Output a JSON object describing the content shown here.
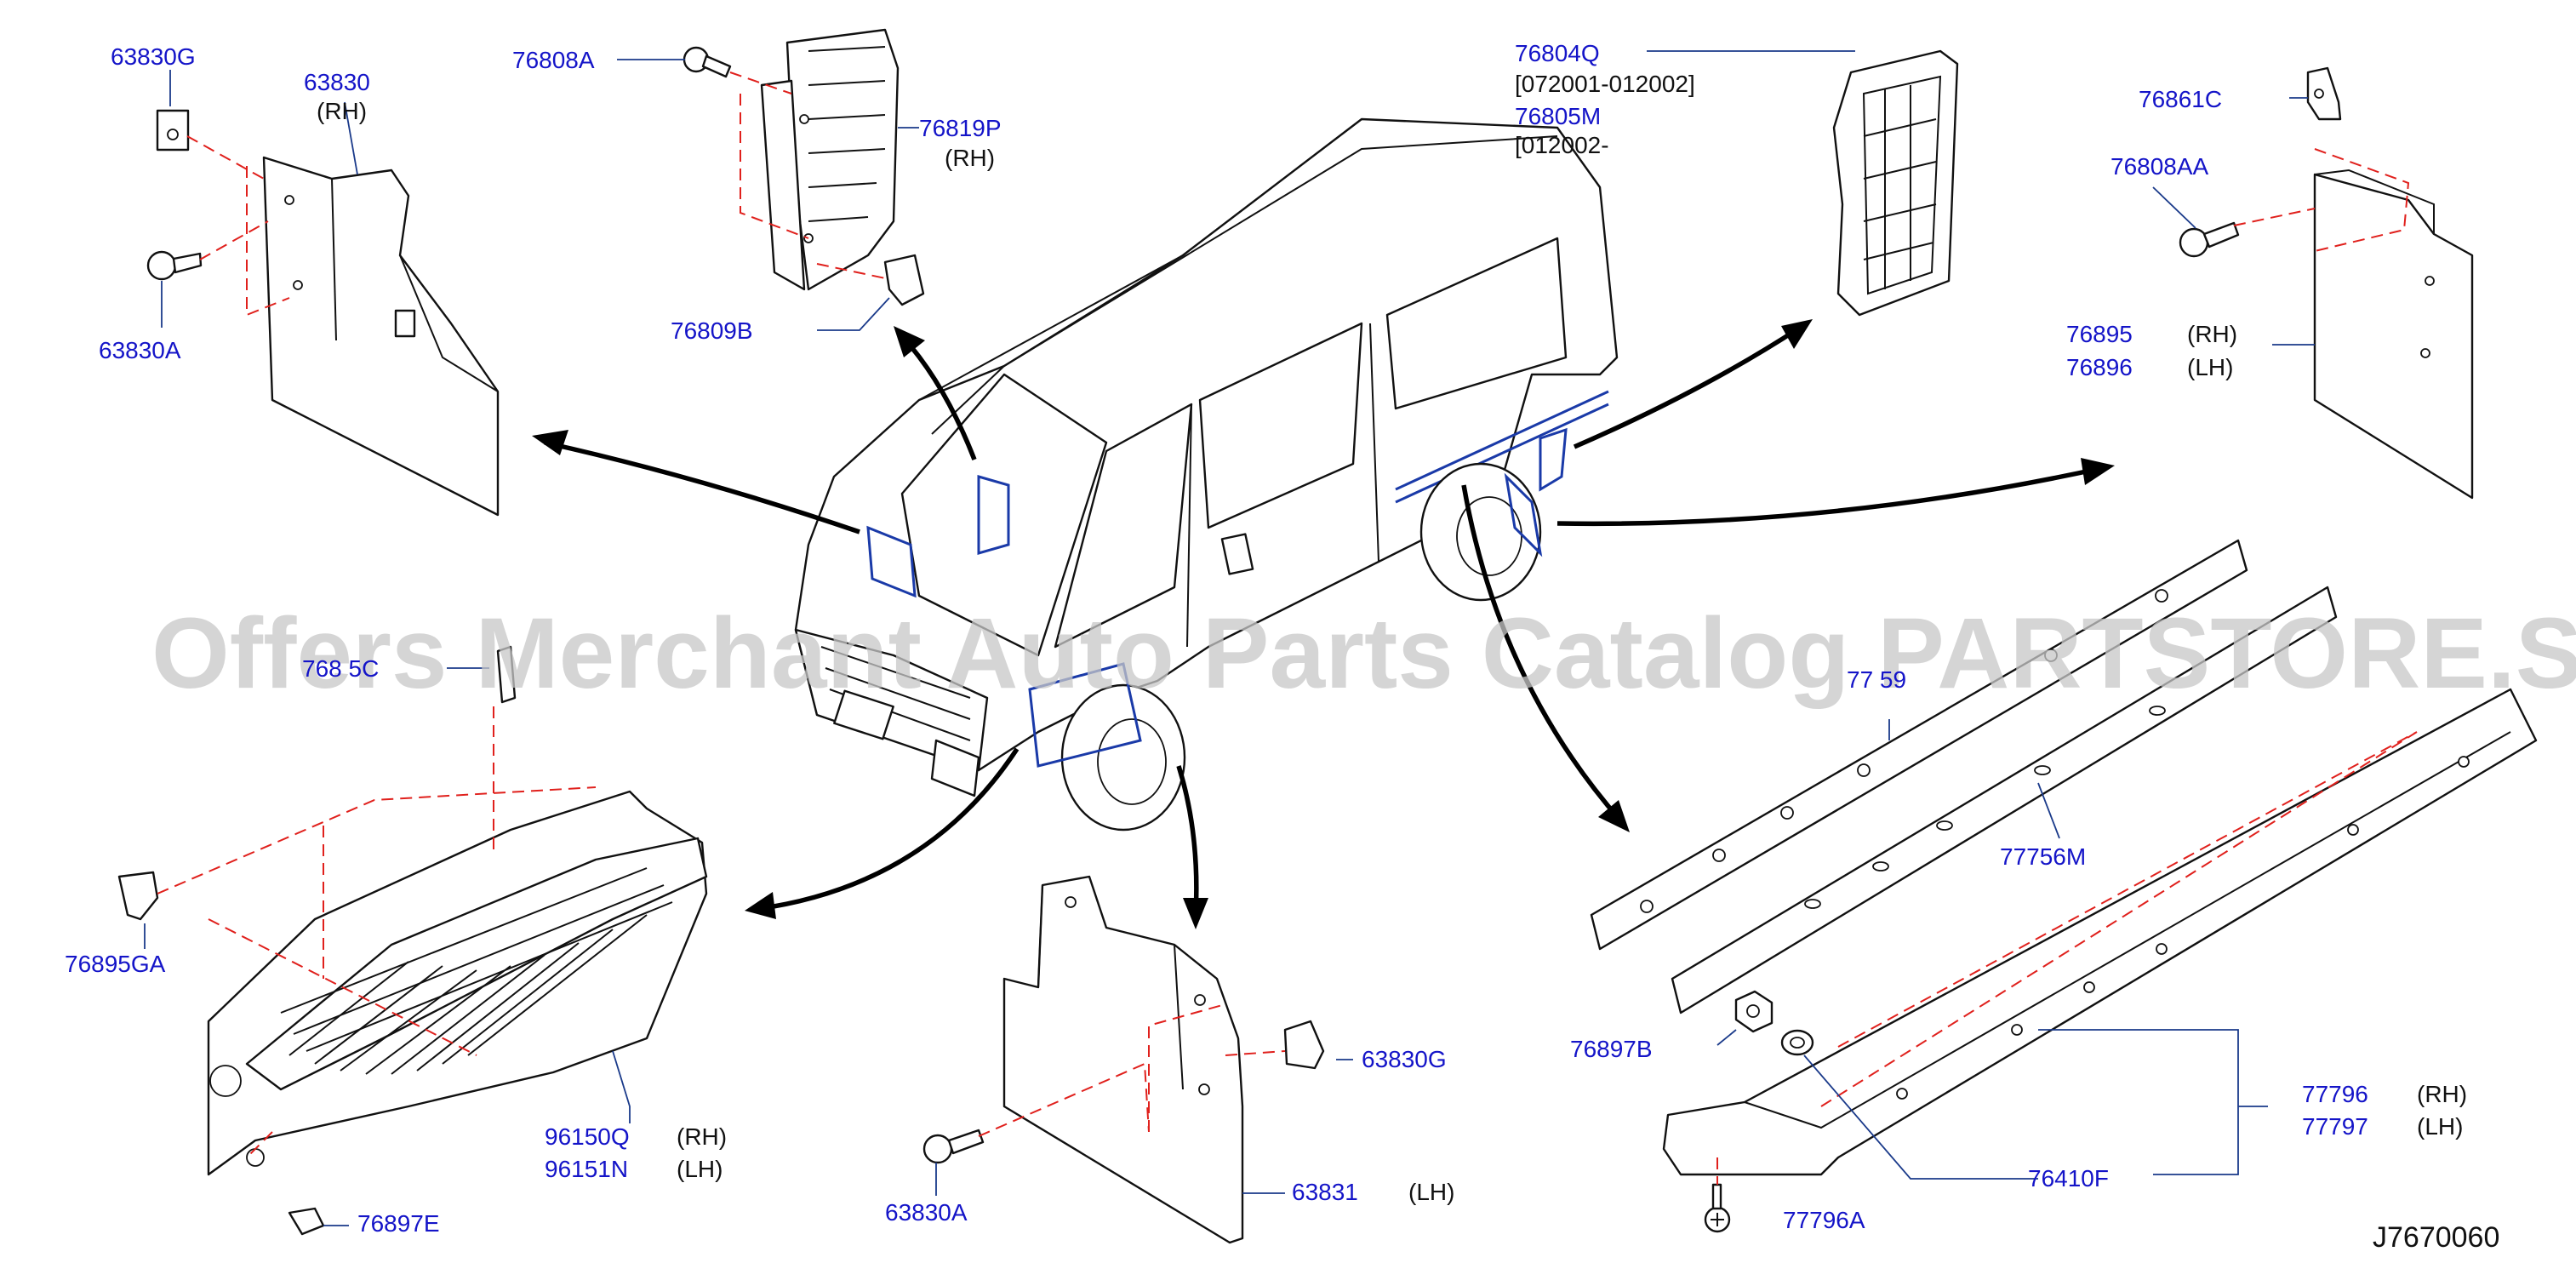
{
  "diagram_code": "J7670060",
  "watermark": "Offers Merchant Auto Parts Catalog PARTSTORE.SA",
  "colors": {
    "part_number": "#1414c8",
    "dash_lines": "#e0201c",
    "highlight": "#1a3aa8",
    "text": "#111111"
  },
  "labels": {
    "p63830g_top": "63830G",
    "p63830": "63830",
    "p63830_side": "(RH)",
    "p63830a_top": "63830A",
    "p76808a": "76808A",
    "p76819p": "76819P",
    "p76819p_side": "(RH)",
    "p76809b": "76809B",
    "p76804q": "76804Q",
    "date1": "[072001-012002]",
    "p76805m": "76805M",
    "date2": "[012002-",
    "p76861c": "76861C",
    "p76808aa": "76808AA",
    "p76895": "76895",
    "p76895_side": "(RH)",
    "p76896": "76896",
    "p76896_side": "(LH)",
    "p768x5c": "768 5C",
    "p76895ga": "76895GA",
    "p96150q": "96150Q",
    "p96150q_side": "(RH)",
    "p96151n": "96151N",
    "p96151n_side": "(LH)",
    "p76897e": "76897E",
    "p63830g_bot": "63830G",
    "p63831": "63831",
    "p63831_side": "(LH)",
    "p63830a_bot": "63830A",
    "p77759": "77 59",
    "p77756m": "77756M",
    "p76897b": "76897B",
    "p77796": "77796",
    "p77796_side": "(RH)",
    "p77797": "77797",
    "p77797_side": "(LH)",
    "p76410f": "76410F",
    "p77796a": "77796A"
  }
}
